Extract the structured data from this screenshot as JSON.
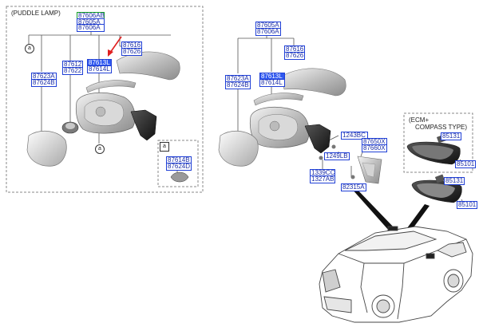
{
  "left_panel": {
    "caption": "(PUDDLE LAMP)",
    "ref_a_1": "a",
    "ref_a_2": "a",
    "ref_a_inset": "a",
    "group_top": [
      "87606AB",
      "87605A",
      "87606A"
    ],
    "group_cover": [
      "87616",
      "87626"
    ],
    "group_lamp": [
      "87612",
      "87622"
    ],
    "group_led": [
      "87613L",
      "87614L"
    ],
    "group_glass": [
      "87623A",
      "87624B"
    ],
    "group_inset": [
      "87614B",
      "87624D"
    ]
  },
  "middle_panel": {
    "group_top": [
      "87605A",
      "87606A"
    ],
    "group_cover": [
      "87616",
      "87626"
    ],
    "group_glass": [
      "87623A",
      "87624B"
    ],
    "group_led": [
      "87613L",
      "87614L"
    ],
    "p1243bc": "1243BC",
    "group_hw": [
      "87650X",
      "87660X"
    ],
    "p1249lb": "1249LB",
    "group_bolt": [
      "1339CC",
      "1327AB"
    ],
    "p82315a": "82315A"
  },
  "right_panel": {
    "caption_line1": "(ECM+",
    "caption_line2": "COMPASS TYPE)",
    "p85131_a": "85131",
    "p85101_a": "85101",
    "p85131_b": "85131",
    "p85101_b": "85101"
  }
}
